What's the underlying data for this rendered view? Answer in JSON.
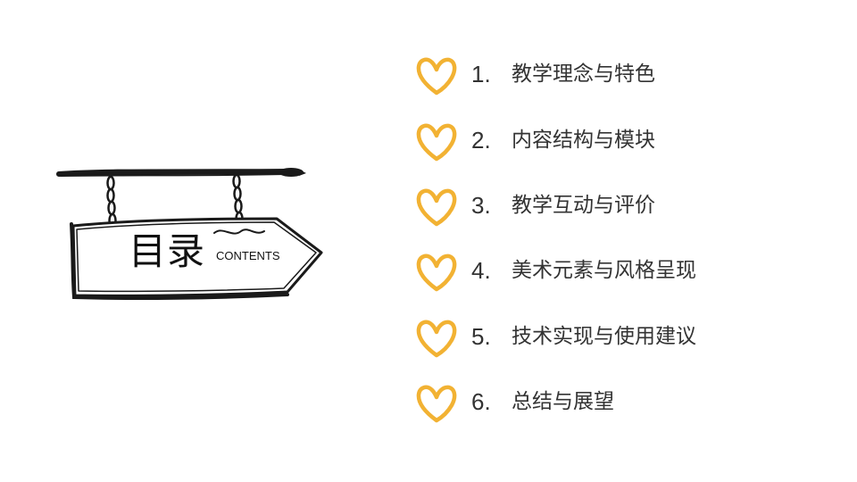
{
  "sign": {
    "title": "目录",
    "subtitle": "CONTENTS"
  },
  "toc": {
    "items": [
      {
        "number": "1.",
        "label": "教学理念与特色"
      },
      {
        "number": "2.",
        "label": "内容结构与模块"
      },
      {
        "number": "3.",
        "label": "教学互动与评价"
      },
      {
        "number": "4.",
        "label": "美术元素与风格呈现"
      },
      {
        "number": "5.",
        "label": "技术实现与使用建议"
      },
      {
        "number": "6.",
        "label": "总结与展望"
      }
    ]
  },
  "colors": {
    "heart": "#F2B233",
    "ink": "#1a1a1a",
    "text": "#333333"
  },
  "icons": {
    "bullet": "heart-icon",
    "sign": "hanging-sign-icon"
  }
}
